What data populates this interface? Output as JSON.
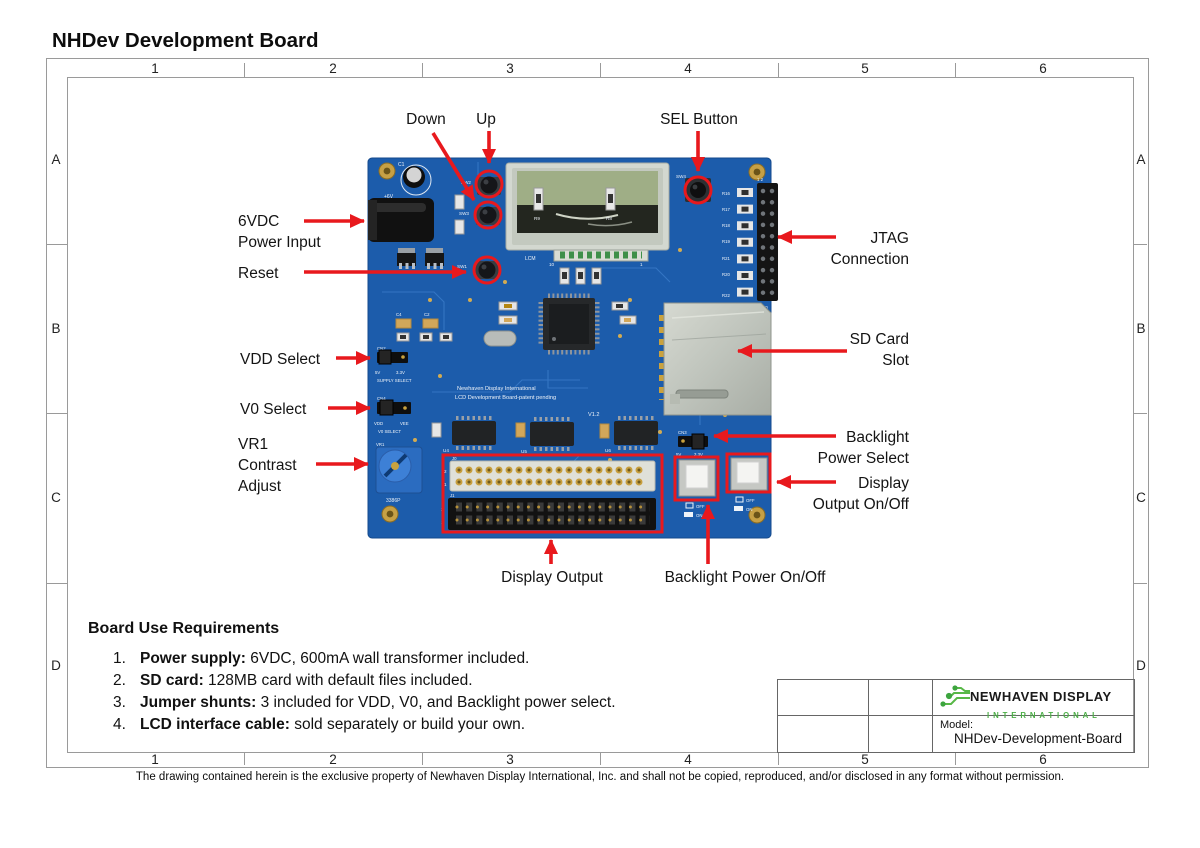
{
  "page": {
    "title": "NHDev Development Board",
    "footer": "The drawing contained herein is the exclusive property of Newhaven Display International, Inc. and shall not be copied, reproduced, and/or disclosed in any format without permission."
  },
  "frame": {
    "columns": [
      "1",
      "2",
      "3",
      "4",
      "5",
      "6"
    ],
    "rows": [
      "A",
      "B",
      "C",
      "D"
    ]
  },
  "callouts": {
    "down": "Down",
    "up": "Up",
    "sel": "SEL Button",
    "power": "6VDC\nPower Input",
    "reset": "Reset",
    "jtag": "JTAG\nConnection",
    "sd": "SD Card\nSlot",
    "backlight_select": "Backlight\nPower Select",
    "display_onoff": "Display\nOutput On/Off",
    "display_output": "Display Output",
    "backlight_onoff": "Backlight Power On/Off",
    "vdd": "VDD Select",
    "v0": "V0 Select",
    "vr1": "VR1\nContrast\nAdjust"
  },
  "board": {
    "silkscreen": {
      "c1": "C1",
      "plus6v": "+6V",
      "sw2": "SW2",
      "sw3": "SW3",
      "sw1": "SW1",
      "sw4": "SW4",
      "c4": "C4",
      "c2": "C2",
      "lcm": "LCM",
      "lcm10": "10",
      "lcm1": "1",
      "r9": "R9",
      "r8": "R8",
      "r16": "R16",
      "r17": "R17",
      "r18": "R18",
      "r19": "R19",
      "r21": "R21",
      "r20": "R20",
      "r22": "R22",
      "r23": "R23",
      "jtag12": "1  2",
      "jtag1920": "19 20",
      "jtag": "JTAG",
      "cn2": "CN2",
      "supply5v": "5V",
      "supply33v": "3.3V",
      "supplysel": "SUPPLY SELECT",
      "cn4": "CN4",
      "vdd": "VDD",
      "vee": "VEE",
      "v0sel": "V0 SELECT",
      "vr1": "VR1",
      "pot": "3386P",
      "brand1": "Newhaven Display International",
      "brand2": "LCD Development Board-patent pending",
      "ver": "V1.2",
      "cn3": "CN3",
      "cn35v": "5V",
      "cn333v": "3.3V",
      "off1": "OFF",
      "on1": "ON",
      "off2": "OFF",
      "on2": "ON",
      "j0": "J0",
      "j1": "J1",
      "j0r2": "2",
      "j0r1": "1",
      "j1r2": "2",
      "j1r1": "1",
      "u4": "U4",
      "u5": "U5",
      "u6": "U6"
    }
  },
  "requirements": {
    "heading": "Board Use Requirements",
    "items": [
      {
        "num": "1.",
        "lead": "Power supply:",
        "rest": " 6VDC, 600mA wall transformer included."
      },
      {
        "num": "2.",
        "lead": "SD card:",
        "rest": " 128MB card with default files included."
      },
      {
        "num": "3.",
        "lead": "Jumper shunts:",
        "rest": " 3 included for VDD, V0, and Backlight power select."
      },
      {
        "num": "4.",
        "lead": "LCD interface cable:",
        "rest": " sold separately or build your own."
      }
    ]
  },
  "title_block": {
    "brand_line1": "NEWHAVEN DISPLAY",
    "brand_line2": "INTERNATIONAL",
    "model_label": "Model:",
    "model_value": "NHDev-Development-Board"
  },
  "colors": {
    "arrow_red": "#e8191d",
    "pcb_blue": "#1c5cab",
    "brand_green": "#4cae47"
  }
}
